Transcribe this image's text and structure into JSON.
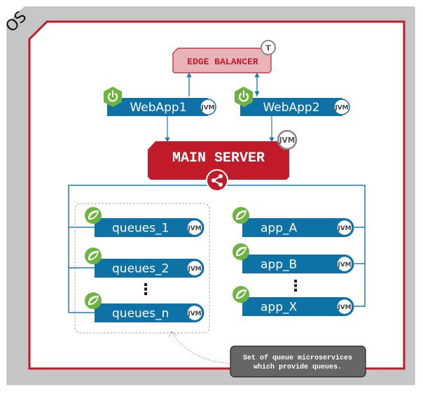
{
  "os": {
    "label": "OS",
    "outer_color": "#c6c6c6",
    "frame_color": "#c11b2a"
  },
  "edge_balancer": {
    "label": "EDGE BALANCER",
    "badge": "T",
    "fill": "#e8b4ba",
    "stroke": "#c11b2a"
  },
  "main_server": {
    "label": "MAIN SERVER",
    "badge": "JVM",
    "fill": "#c11b2a",
    "hub_icon": "share-icon"
  },
  "webapps": [
    {
      "label": "WebApp1",
      "badge": "JVM",
      "icon": "power-icon"
    },
    {
      "label": "WebApp2",
      "badge": "JVM",
      "icon": "power-icon"
    }
  ],
  "queues": {
    "items": [
      {
        "label": "queues_1",
        "badge": "JVM"
      },
      {
        "label": "queues_2",
        "badge": "JVM"
      },
      {
        "label": "queues_n",
        "badge": "JVM"
      }
    ],
    "ellipsis": "⋮"
  },
  "apps": {
    "items": [
      {
        "label": "app_A",
        "badge": "JVM"
      },
      {
        "label": "app_B",
        "badge": "JVM"
      },
      {
        "label": "app_X",
        "badge": "JVM"
      }
    ],
    "ellipsis": "⋮"
  },
  "note": {
    "line1": "Set of queue microservices",
    "line2": "which provide queues."
  },
  "colors": {
    "service_blue": "#0f72a6",
    "link_blue": "#1f7bb0",
    "spring_green": "#6db33f",
    "note_bg": "#666666"
  }
}
